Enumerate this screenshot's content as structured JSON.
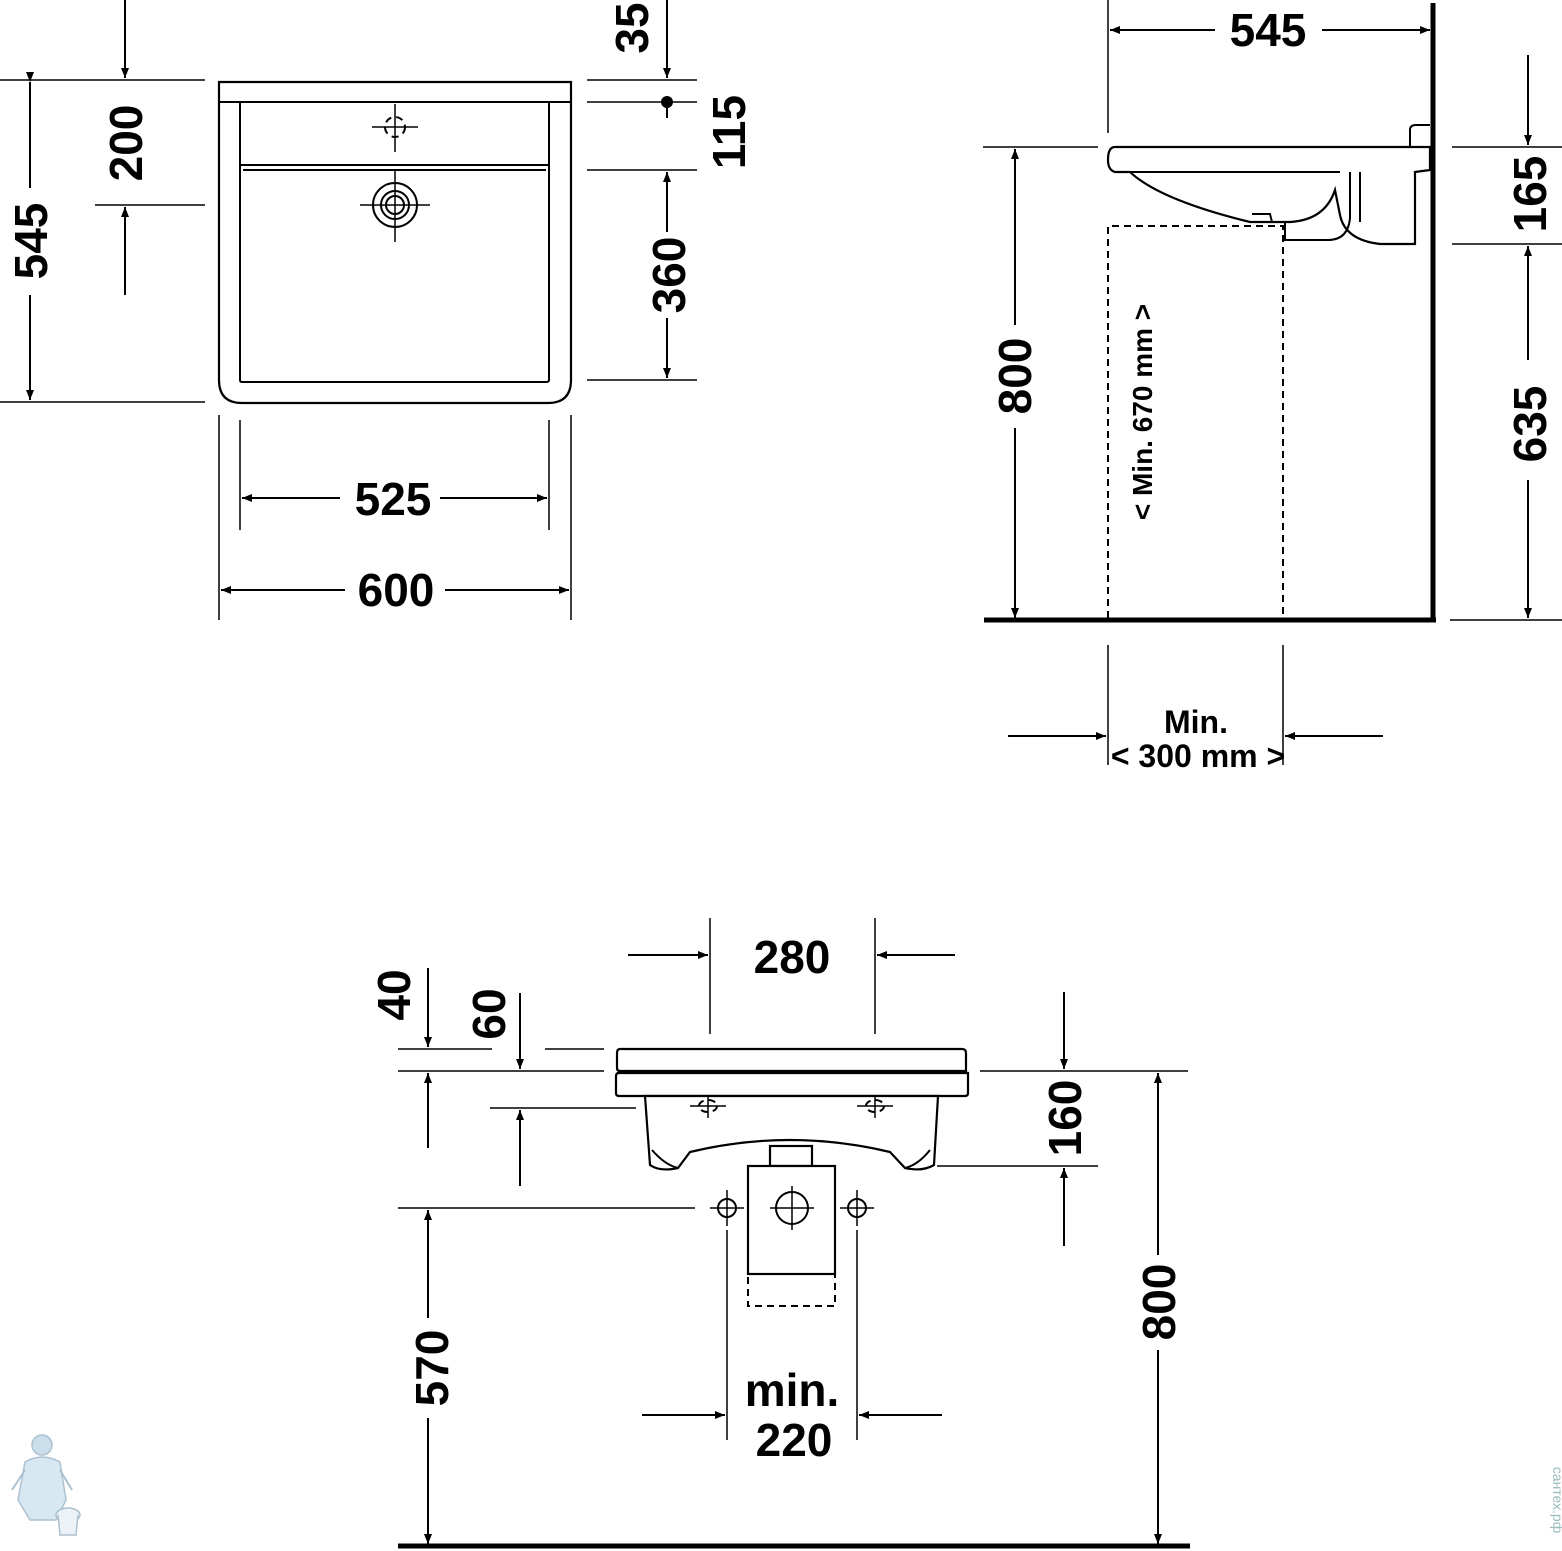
{
  "top_view": {
    "dim_35": "35",
    "dim_200": "200",
    "dim_115": "115",
    "dim_545": "545",
    "dim_360": "360",
    "dim_525": "525",
    "dim_600": "600"
  },
  "side_view": {
    "dim_545": "545",
    "dim_165": "165",
    "dim_800": "800",
    "dim_635": "635",
    "min_670": "< Min. 670 mm >",
    "min_label": "Min.",
    "min_300": "< 300 mm >"
  },
  "front_view": {
    "dim_280": "280",
    "dim_40": "40",
    "dim_60": "60",
    "dim_160": "160",
    "dim_570": "570",
    "dim_800": "800",
    "min_label": "min.",
    "dim_220": "220"
  },
  "watermark": "сантех.рф"
}
